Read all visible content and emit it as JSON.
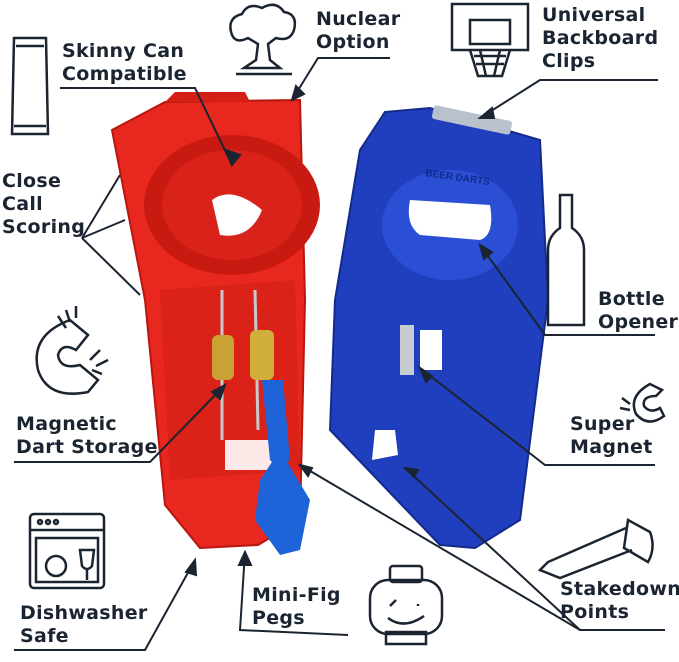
{
  "callouts": {
    "skinny_can": [
      "Skinny Can",
      "Compatible"
    ],
    "nuclear": [
      "Nuclear",
      "Option"
    ],
    "backboard": [
      "Universal",
      "Backboard",
      "Clips"
    ],
    "close_call": [
      "Close",
      "Call",
      "Scoring"
    ],
    "bottle_opener": [
      "Bottle",
      "Opener"
    ],
    "magnetic_storage": [
      "Magnetic",
      "Dart Storage"
    ],
    "super_magnet": [
      "Super",
      "Magnet"
    ],
    "dishwasher": [
      "Dishwasher",
      "Safe"
    ],
    "mini_fig": [
      "Mini-Fig",
      "Pegs"
    ],
    "stakedown": [
      "Stakedown",
      "Points"
    ]
  },
  "product": {
    "embossed_text": "BEER DARTS",
    "colors": {
      "red_case": "#e8281e",
      "blue_case": "#1f3fbf",
      "dart_blue": "#1e63d8",
      "text": "#1b2431"
    }
  },
  "icons": [
    "can-icon",
    "nuclear-cloud-icon",
    "basketball-hoop-icon",
    "bottle-icon",
    "horseshoe-magnet-icon",
    "small-magnet-icon",
    "dishwasher-icon",
    "minifig-head-icon",
    "stake-nail-icon"
  ]
}
